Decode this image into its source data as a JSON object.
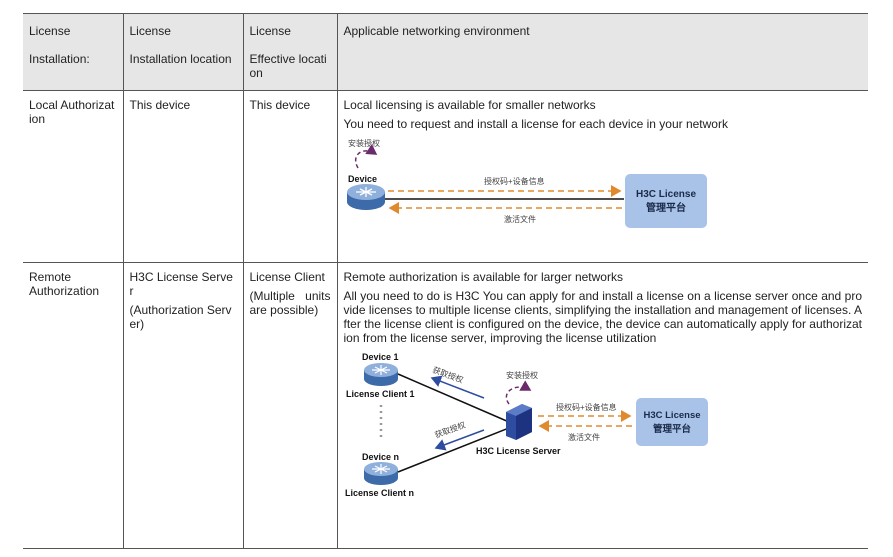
{
  "header": {
    "col1": [
      "License",
      "Installation:"
    ],
    "col2": [
      "License",
      "Installation location"
    ],
    "col3": [
      "License",
      "Effective location"
    ],
    "col4": "Applicable networking environment"
  },
  "rows": [
    {
      "installation": "Local Authorization",
      "location": "This device",
      "effective": "This device",
      "env_title": "Local licensing is available for smaller networks",
      "env_desc": "You need to request and install a license for each device in your network",
      "diagram": {
        "install_label": "安装授权",
        "device_label": "Device",
        "code_label": "授权码+设备信息",
        "activate_label": "激活文件",
        "platform_line1": "H3C License",
        "platform_line2": "管理平台"
      }
    },
    {
      "installation": "Remote Authorization",
      "location": "H3C License Server",
      "location_note": "(Authorization Server)",
      "effective": "License Client",
      "effective_note": "(Multiple units are possible)",
      "env_title": "Remote authorization is available for larger networks",
      "env_desc": "All you need to do is H3C You can apply for and install a license on a license server once and provide licenses to multiple license clients, simplifying the installation and management of licenses. After the license client is configured on the device, the device can automatically apply for authorization from the license server, improving the license utilization",
      "diagram": {
        "device1": "Device 1",
        "client1": "License Client 1",
        "devicen": "Device n",
        "clientn": "License Client n",
        "get_auth": "获取授权",
        "install_label": "安装授权",
        "server_label": "H3C License Server",
        "code_label": "授权码+设备信息",
        "activate_label": "激活文件",
        "platform_line1": "H3C License",
        "platform_line2": "管理平台"
      }
    }
  ],
  "colors": {
    "arrow_orange": "#e08a2e",
    "arrow_purple": "#6b2a6b",
    "platform_fill": "#a9c3e8",
    "router_blue": "#5b86c2",
    "server_blue": "#2f4da0",
    "header_bg": "#e6e6e6"
  }
}
